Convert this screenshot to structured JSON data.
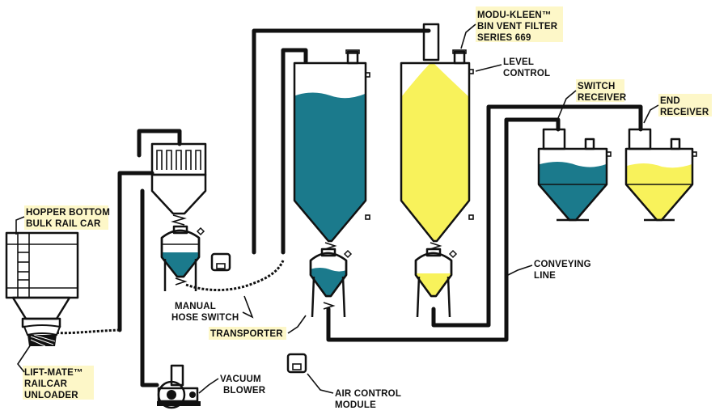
{
  "colors": {
    "blue_material": "#1b7a8c",
    "yellow_material": "#f8f25b",
    "label_highlight": "#fdf7c8",
    "line": "#111111"
  },
  "labels": {
    "hopper_car": [
      "HOPPER BOTTOM",
      "BULK RAIL CAR"
    ],
    "lift_mate": [
      "LIFT-MATE™",
      "RAILCAR",
      "UNLOADER"
    ],
    "manual_hose": [
      "MANUAL",
      "HOSE SWITCH"
    ],
    "transporter": "TRANSPORTER",
    "vacuum_blower": [
      "VACUUM",
      "BLOWER"
    ],
    "air_control": [
      "AIR CONTROL",
      "MODULE"
    ],
    "modu_kleen": [
      "MODU-KLEEN™",
      "BIN VENT FILTER",
      "SERIES 669"
    ],
    "level_control": [
      "LEVEL",
      "CONTROL"
    ],
    "switch_receiver": [
      "SWITCH",
      "RECEIVER"
    ],
    "end_receiver": [
      "END",
      "RECEIVER"
    ],
    "conveying_line": [
      "CONVEYING",
      "LINE"
    ]
  }
}
